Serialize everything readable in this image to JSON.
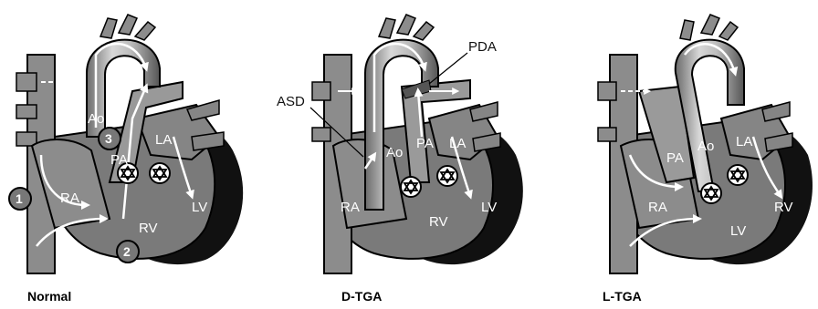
{
  "panels": [
    {
      "caption": "Normal",
      "labels": {
        "ao": "Ao",
        "pa": "PA",
        "la": "LA",
        "ra": "RA",
        "rv": "RV",
        "lv": "LV"
      },
      "markers": [
        "1",
        "2",
        "3"
      ]
    },
    {
      "caption": "D-TGA",
      "labels": {
        "ao": "Ao",
        "pa": "PA",
        "la": "LA",
        "ra": "RA",
        "rv": "RV",
        "lv": "LV"
      },
      "callouts": {
        "pda": "PDA",
        "asd": "ASD"
      }
    },
    {
      "caption": "L-TGA",
      "labels": {
        "ao": "Ao",
        "pa": "PA",
        "la": "LA",
        "ra": "RA",
        "rv": "RV",
        "lv": "LV"
      }
    }
  ],
  "colors": {
    "heart": "#7a7a7a",
    "vessel": "#8c8c8c",
    "outline": "#000000",
    "shadow": "#111111",
    "flow": "#ffffff"
  }
}
